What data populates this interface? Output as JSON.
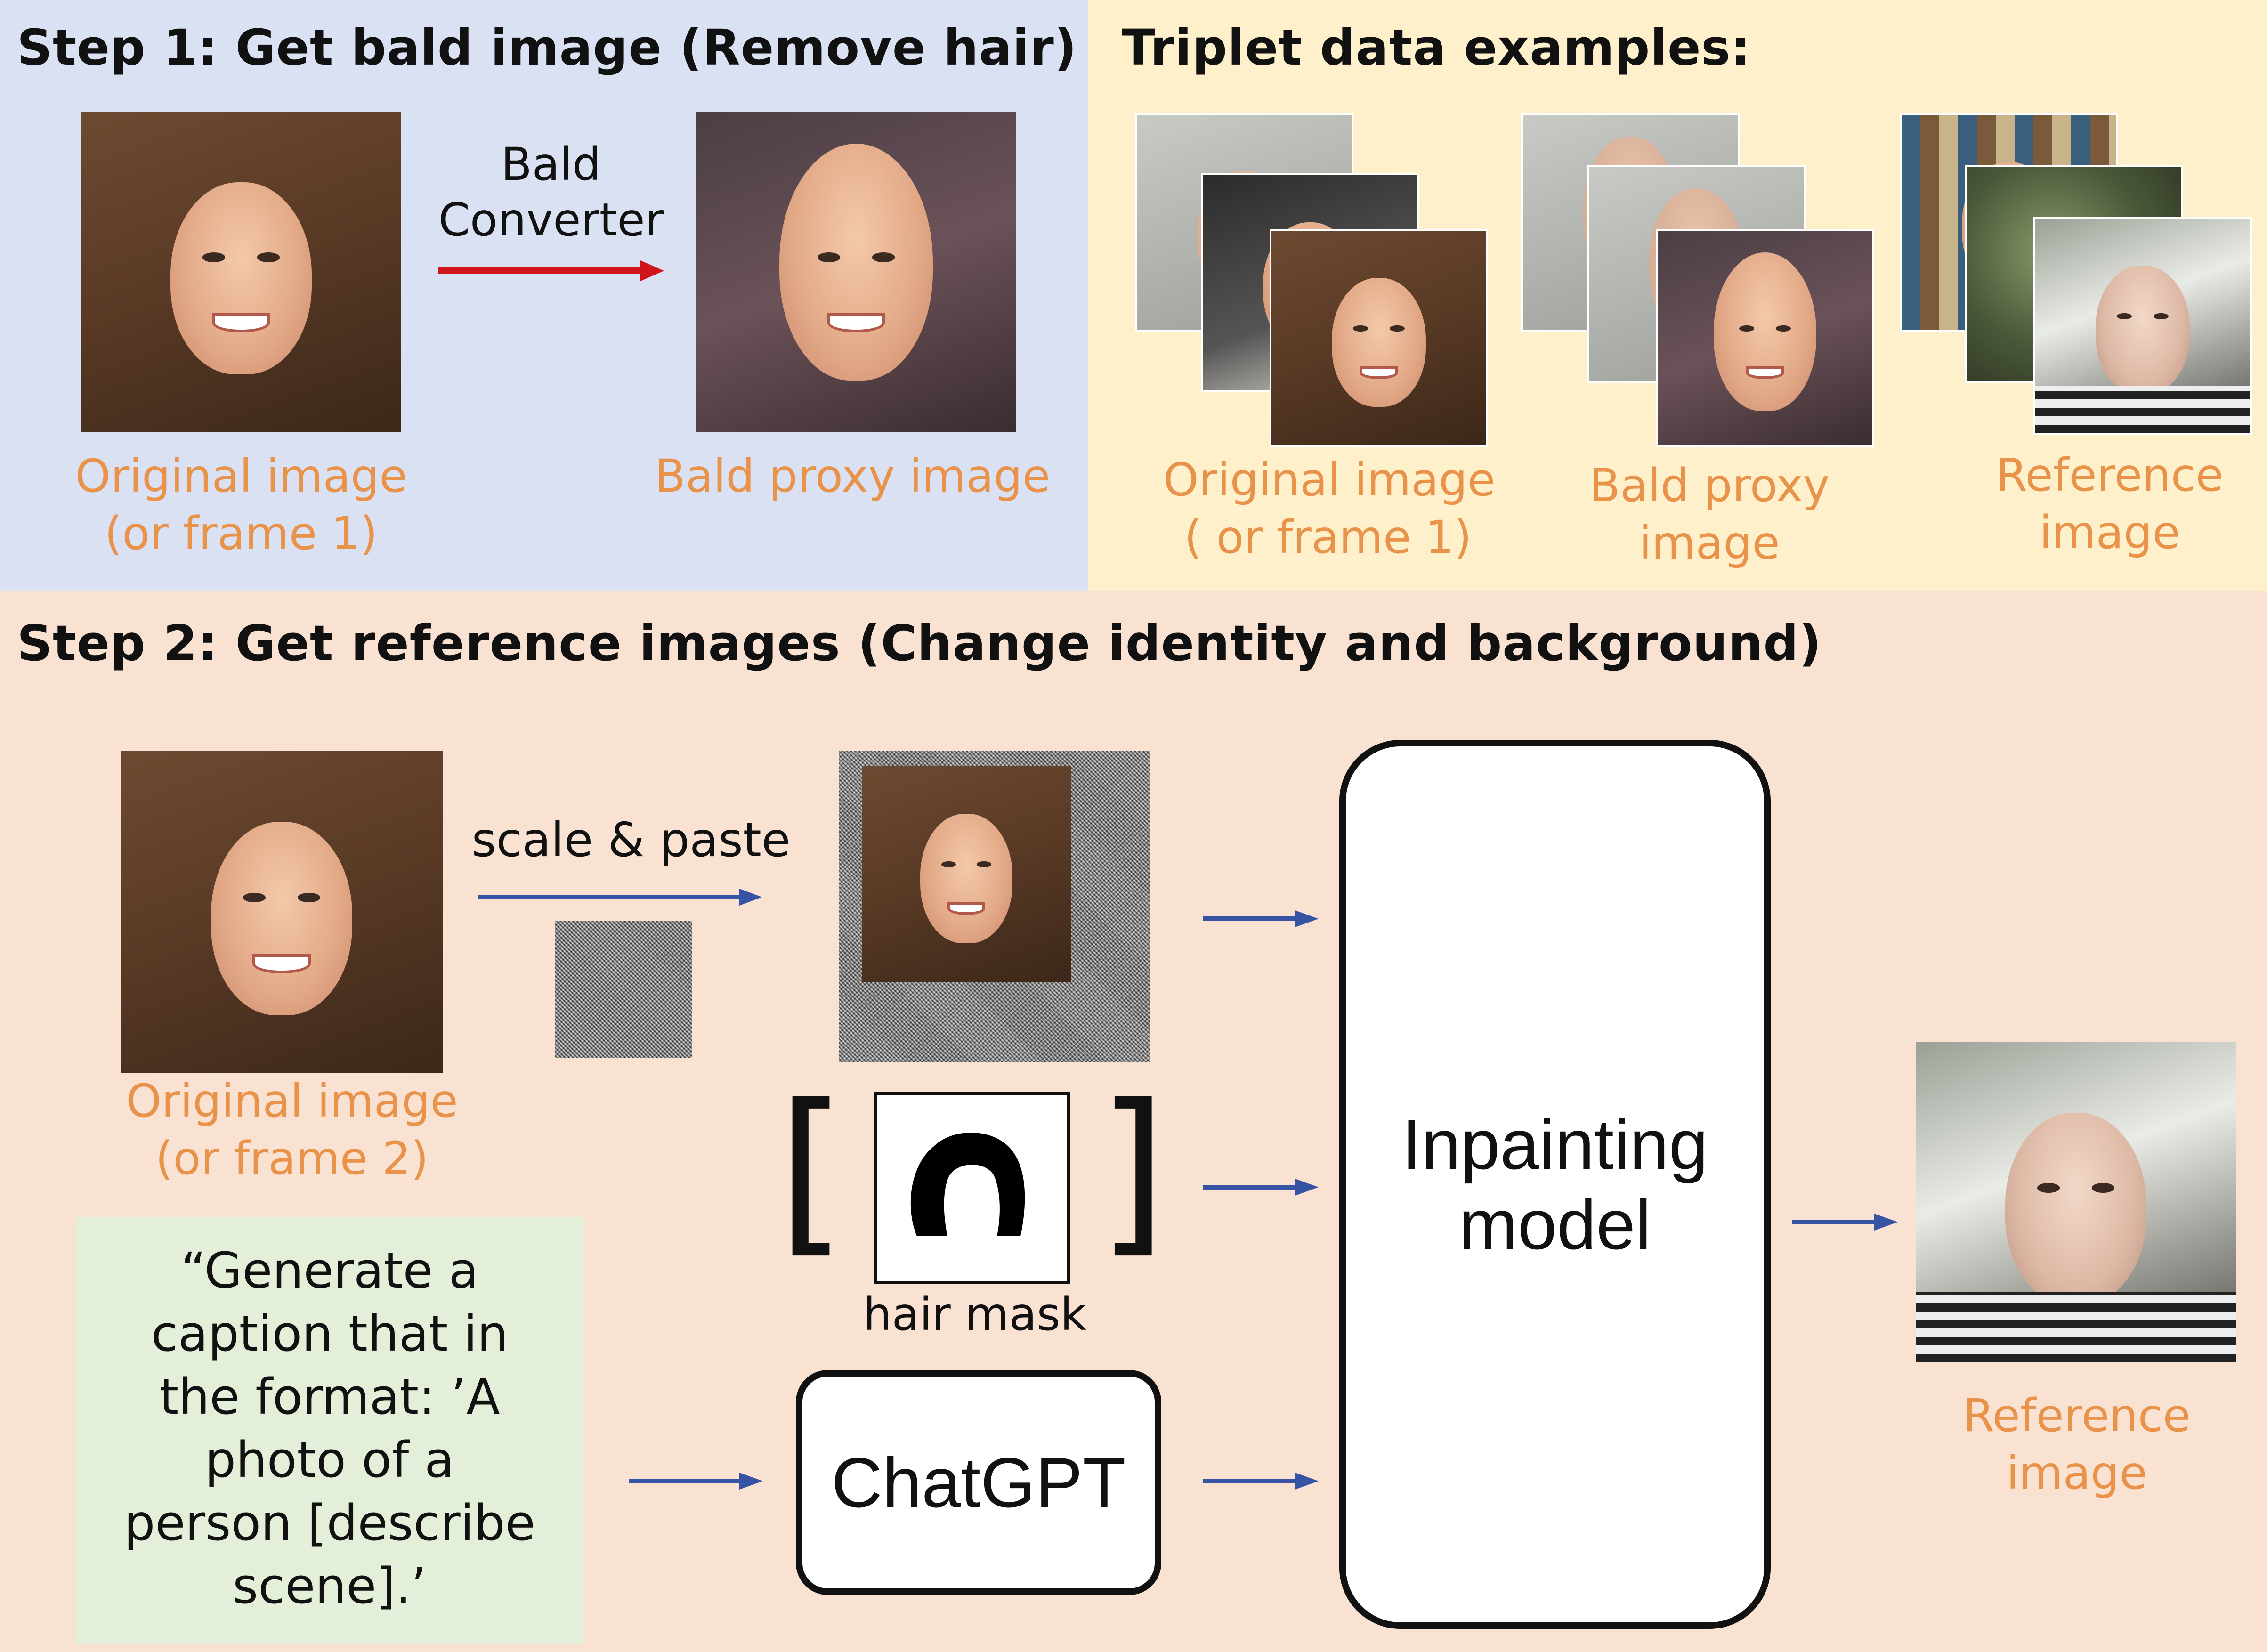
{
  "step1": {
    "title": "Step 1: Get bald image (Remove hair)",
    "converter_label_line1": "Bald",
    "converter_label_line2": "Converter",
    "original_caption_line1": "Original image",
    "original_caption_line2": "(or frame 1)",
    "bald_caption": "Bald proxy image"
  },
  "triplet": {
    "title": "Triplet data examples:",
    "original_caption_line1": "Original image",
    "original_caption_line2": "( or frame 1)",
    "bald_caption_line1": "Bald proxy",
    "bald_caption_line2": "image",
    "reference_caption_line1": "Reference",
    "reference_caption_line2": "image"
  },
  "step2": {
    "title": "Step 2: Get reference images (Change identity and background)",
    "scale_paste_label": "scale & paste",
    "original_caption_line1": "Original image",
    "original_caption_line2": "(or frame 2)",
    "hair_mask_label": "hair mask",
    "chatgpt_label": "ChatGPT",
    "inpainting_line1": "Inpainting",
    "inpainting_line2": "model",
    "reference_caption_line1": "Reference",
    "reference_caption_line2": "image",
    "prompt_lines": [
      "“Generate a",
      "caption that in",
      "the format: ’A",
      "photo of a",
      "person [describe",
      "scene].’"
    ]
  },
  "colors": {
    "step1_bg": "#d9e1f3",
    "triplet_bg": "#fdf0cb",
    "step2_bg": "#f9e2d2",
    "caption_orange": "#e8924a",
    "red_arrow": "#d0141c",
    "blue_arrow": "#3753a4",
    "prompt_box_bg": "#e3efd8"
  }
}
